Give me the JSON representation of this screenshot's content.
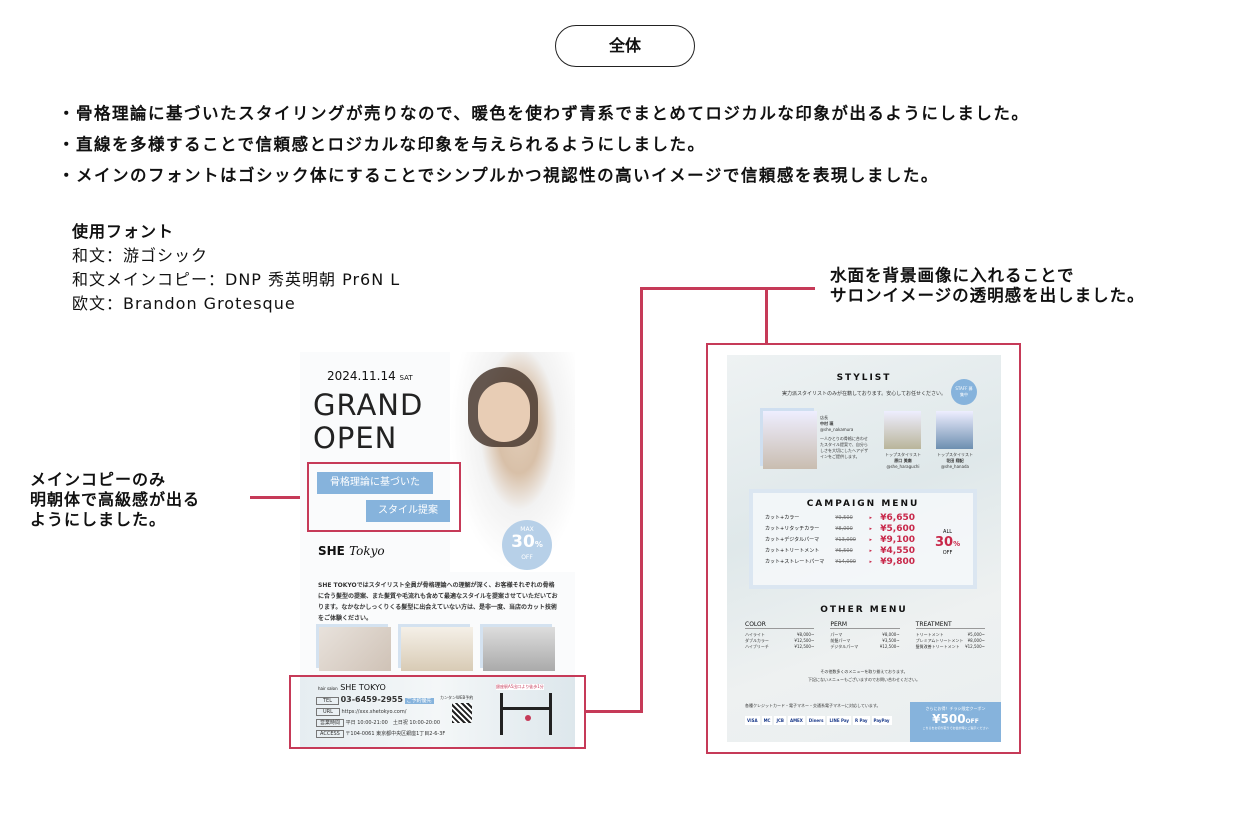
{
  "title": "全体",
  "bullets": [
    "・骨格理論に基づいたスタイリングが売りなので、暖色を使わず青系でまとめてロジカルな印象が出るようにしました。",
    "・直線を多様することで信頼感とロジカルな印象を与えられるようにしました。",
    "・メインのフォントはゴシック体にすることでシンプルかつ視認性の高いイメージで信頼感を表現しました。"
  ],
  "fonts": {
    "heading": "使用フォント",
    "lines": [
      "和文：游ゴシック",
      "和文メインコピー：DNP 秀英明朝 Pr6N L",
      "欧文：Brandon Grotesque"
    ]
  },
  "notes": {
    "left": [
      "メインコピーのみ",
      "明朝体で高級感が出る",
      "ようにしました。"
    ],
    "right": [
      "水面を背景画像に入れることで",
      "サロンイメージの透明感を出しました。"
    ]
  },
  "front": {
    "date": "2024.11.14",
    "day": "SAT",
    "headline1": "GRAND",
    "headline2": "OPEN",
    "copy1": "骨格理論に基づいた",
    "copy2": "スタイル提案",
    "brand1": "SHE",
    "brand2": "Tokyo",
    "badge": {
      "top": "MAX",
      "num": "30",
      "unit": "%",
      "bottom": "OFF"
    },
    "body": "SHE TOKYOではスタイリスト全員が骨格理論への理解が深く、お客様それぞれの骨格に合う髪型の提案、また髪質や毛流れも含めて最適なスタイルを提案させていただいております。なかなかしっくりくる髪型に出会えていない方は、是非一度、当店のカット技術をご体験ください。",
    "info": {
      "label": "hair salon",
      "name": "SHE TOKYO",
      "tel_l": "TEL",
      "tel": "03-6459-2955",
      "tel_tag": "ご予約優先",
      "url_l": "URL",
      "url": "https://xxx.shetokyo.com/",
      "hours_l": "営業時間",
      "hours": "平日 10:00-21:00　土日祝 10:00-20:00",
      "access_l": "ACCESS",
      "access": "〒104-0061 東京都中央区銀座1丁目2-6-3F",
      "qr": "カンタンWEB予約",
      "map": "銀座駅A5出口より徒歩1分"
    }
  },
  "back": {
    "stylist": {
      "title": "STYLIST",
      "sub": "実力派スタイリストのみが在籍しております。安心してお任せください。",
      "staff": "STAFF 募集中",
      "people": [
        {
          "role": "店長",
          "name": "中村 瑛",
          "ig": "@she_nakamura",
          "desc": "一人ひとりの骨格に合わせたスタイル提案で、自分らしさを大切にしたヘアデザインをご提供します。"
        },
        {
          "role": "トップスタイリスト",
          "name": "原口 美南",
          "ig": "@she_haraguchi"
        },
        {
          "role": "トップスタイリスト",
          "name": "花田 翔記",
          "ig": "@she_hanada"
        }
      ]
    },
    "campaign": {
      "title": "CAMPAIGN MENU",
      "items": [
        {
          "name": "カット+カラー",
          "old": "¥9,500",
          "new": "¥6,650"
        },
        {
          "name": "カット+リタッチカラー",
          "old": "¥8,000",
          "new": "¥5,600"
        },
        {
          "name": "カット+デジタルパーマ",
          "old": "¥13,000",
          "new": "¥9,100"
        },
        {
          "name": "カット+トリートメント",
          "old": "¥6,500",
          "new": "¥4,550"
        },
        {
          "name": "カット+ストレートパーマ",
          "old": "¥14,000",
          "new": "¥9,800"
        }
      ],
      "all": "ALL",
      "off_num": "30",
      "off_unit": "%",
      "off": "OFF"
    },
    "other": {
      "title": "OTHER MENU",
      "cols": [
        {
          "h": "COLOR",
          "items": [
            [
              "ハイライト",
              "¥8,000~"
            ],
            [
              "ダブルカラー",
              "¥12,500~"
            ],
            [
              "ハイブリーチ",
              "¥12,500~"
            ]
          ]
        },
        {
          "h": "PERM",
          "items": [
            [
              "パーマ",
              "¥8,000~"
            ],
            [
              "前髪パーマ",
              "¥3,500~"
            ],
            [
              "デジタルパーマ",
              "¥12,500~"
            ]
          ]
        },
        {
          "h": "TREATMENT",
          "items": [
            [
              "トリートメント",
              "¥5,000~"
            ],
            [
              "プレミアムトリートメント",
              "¥8,000~"
            ],
            [
              "髪質改善トリートメント",
              "¥12,500~"
            ]
          ]
        }
      ],
      "note1": "その他数多くのメニューを取り揃えております。",
      "note2": "下記にないメニューもございますのでお問い合わせください。"
    },
    "payment": {
      "text": "各種クレジットカード・電子マネー・交通系電子マネーに対応しています。",
      "logos": [
        "VISA",
        "MC",
        "JCB",
        "AMEX",
        "Diners",
        "LINE Pay",
        "R Pay",
        "PayPay"
      ]
    },
    "coupon": {
      "top": "さらにお得！チラシ限定クーポン",
      "amount": "¥500",
      "off": "OFF",
      "bottom": "こちらをお切り取りでお会計時にご提示ください"
    }
  },
  "colors": {
    "accent": "#c63a58",
    "blue": "#86b3dc"
  }
}
